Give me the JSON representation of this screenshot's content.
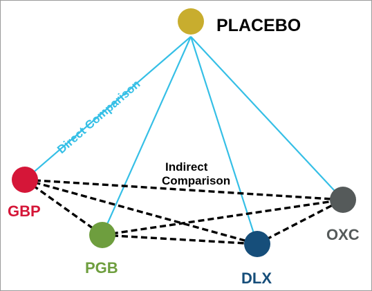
{
  "diagram": {
    "labels": {
      "direct": "Direct Comparison",
      "indirect_line1": "Indirect",
      "indirect_line2": "Comparison"
    },
    "nodes": {
      "placebo": {
        "label": "PLACEBO",
        "color": "#c8ad2e"
      },
      "gbp": {
        "label": "GBP",
        "color": "#d51638"
      },
      "pgb": {
        "label": "PGB",
        "color": "#6e9e3e"
      },
      "dlx": {
        "label": "DLX",
        "color": "#164e7a"
      },
      "oxc": {
        "label": "OXC",
        "color": "#555a5a"
      }
    },
    "colors": {
      "direct_line": "#35bfe6",
      "indirect_line": "#000000",
      "direct_text": "#35bfe6",
      "indirect_text": "#000000"
    }
  }
}
